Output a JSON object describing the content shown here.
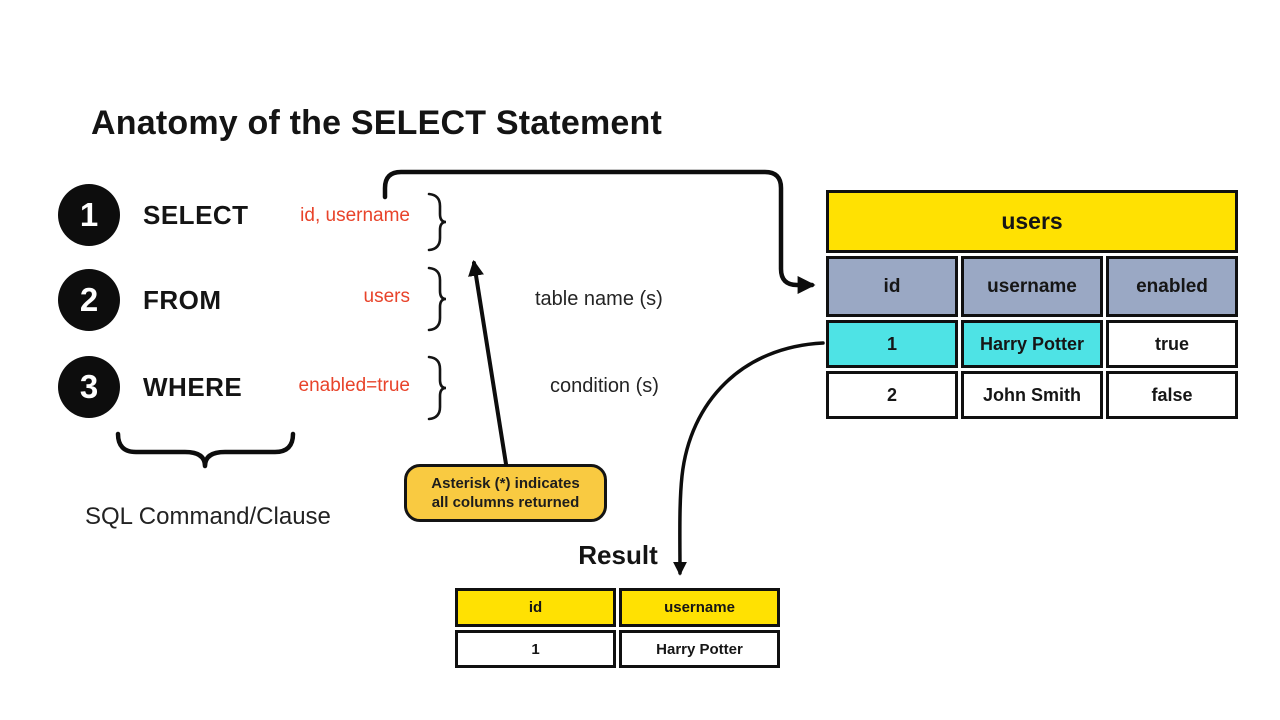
{
  "title": "Anatomy of the SELECT Statement",
  "clauses": [
    {
      "number": "1",
      "keyword": "SELECT",
      "argument": "id, username"
    },
    {
      "number": "2",
      "keyword": "FROM",
      "argument": "users",
      "annotation": "table name (s)"
    },
    {
      "number": "3",
      "keyword": "WHERE",
      "argument": "enabled=true",
      "annotation": "condition (s)"
    }
  ],
  "clause_group_label": "SQL Command/Clause",
  "callout": {
    "text_line1": "Asterisk (*) indicates",
    "text_line2": "all columns returned"
  },
  "users_table": {
    "title": "users",
    "columns": [
      "id",
      "username",
      "enabled"
    ],
    "rows": [
      [
        "1",
        "Harry Potter",
        "true"
      ],
      [
        "2",
        "John Smith",
        "false"
      ]
    ]
  },
  "result_label": "Result",
  "result_table": {
    "columns": [
      "id",
      "username"
    ],
    "rows": [
      [
        "1",
        "Harry Potter"
      ]
    ]
  },
  "colors": {
    "argument_red": "#e8432a",
    "table_yellow": "#ffe102",
    "column_header_blue": "#9aa8c4",
    "highlight_cyan": "#4ee3e5",
    "callout_yellow": "#f9ca41",
    "ink_black": "#141414"
  }
}
